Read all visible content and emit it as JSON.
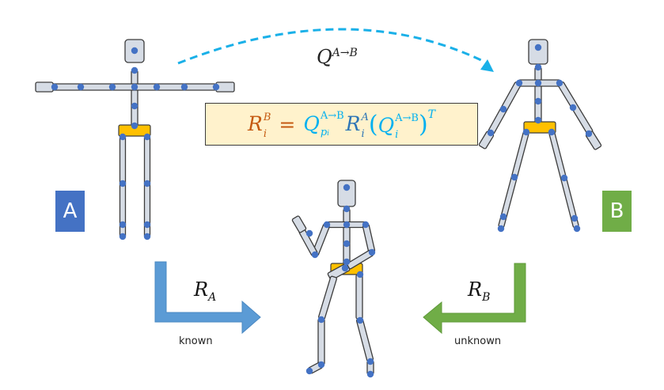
{
  "diagram": {
    "title": "Rotation retargeting between skeletons A and B",
    "characters": {
      "a": {
        "label": "A",
        "color": "#4472c4",
        "pose": "T-pose"
      },
      "b": {
        "label": "B",
        "color": "#70ad47",
        "pose": "A-pose"
      },
      "target": {
        "pose": "dynamic pose"
      }
    },
    "colors": {
      "bone_fill": "#d6dce5",
      "bone_stroke": "#3c3c3c",
      "joint": "#4472c4",
      "pelvis": "#ffc000",
      "arrow_known": "#5b9bd5",
      "arrow_unknown": "#70ad47",
      "transfer_arrow": "#1ab0e8",
      "formula_bg": "#fff2cc"
    },
    "transfer": {
      "base": "Q",
      "superscript": "A→B"
    },
    "formula": {
      "lhs_base": "R",
      "lhs_sup": "B",
      "lhs_sub": "i",
      "equals": "=",
      "t1_base": "Q",
      "t1_sup": "A→B",
      "t1_sub": "p",
      "t1_subsub": "i",
      "t2_base": "R",
      "t2_sup": "A",
      "t2_sub": "i",
      "paren_open": "(",
      "t3_base": "Q",
      "t3_sup": "A→B",
      "t3_sub": "i",
      "paren_close": ")",
      "outer_sup": "T"
    },
    "arrows": {
      "known": {
        "base": "R",
        "sub": "A",
        "caption": "known"
      },
      "unknown": {
        "base": "R",
        "sub": "B",
        "caption": "unknown"
      }
    }
  }
}
